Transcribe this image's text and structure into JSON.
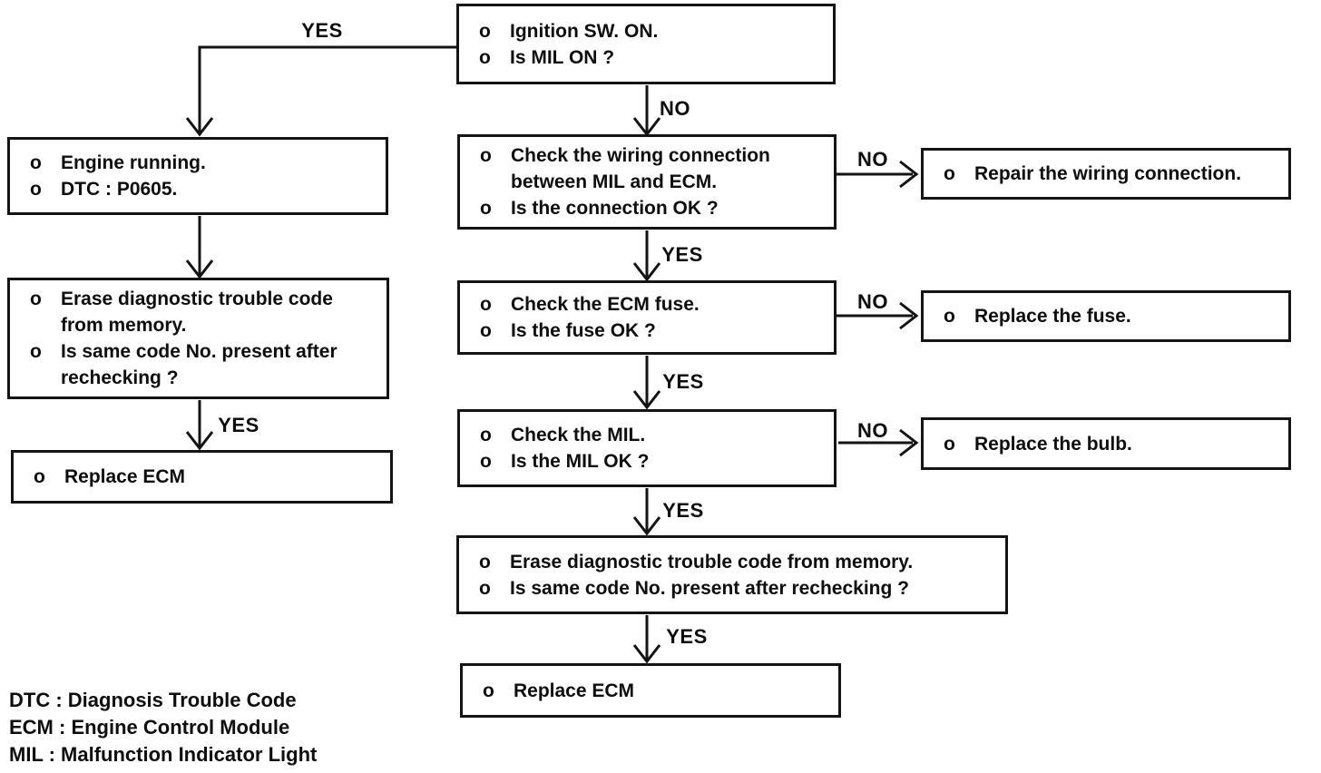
{
  "diagram": {
    "type": "flowchart",
    "bullet": "o",
    "colors": {
      "ink": "#141414",
      "paper": "#ffffff"
    },
    "boxes": [
      {
        "id": "ignition",
        "lines": [
          "Ignition SW. ON.",
          "Is MIL ON ?"
        ]
      },
      {
        "id": "engine-running",
        "lines": [
          "Engine running.",
          "DTC : P0605."
        ]
      },
      {
        "id": "erase-code-left",
        "lines": [
          "Erase diagnostic trouble code from memory.",
          "Is same code No. present after rechecking ?"
        ]
      },
      {
        "id": "replace-ecm-left",
        "lines": [
          "Replace ECM"
        ]
      },
      {
        "id": "check-wiring",
        "lines": [
          "Check the wiring connection between MIL and ECM.",
          "Is the connection OK ?"
        ]
      },
      {
        "id": "repair-wiring",
        "lines": [
          "Repair the wiring connection."
        ]
      },
      {
        "id": "check-fuse",
        "lines": [
          "Check the ECM fuse.",
          "Is the fuse OK ?"
        ]
      },
      {
        "id": "replace-fuse",
        "lines": [
          "Replace the fuse."
        ]
      },
      {
        "id": "check-mil",
        "lines": [
          "Check the MIL.",
          "Is the MIL OK ?"
        ]
      },
      {
        "id": "replace-bulb",
        "lines": [
          "Replace the bulb."
        ]
      },
      {
        "id": "erase-code-center",
        "lines": [
          "Erase diagnostic trouble code from memory.",
          "Is same code No. present after rechecking ?"
        ]
      },
      {
        "id": "replace-ecm-center",
        "lines": [
          "Replace ECM"
        ]
      }
    ],
    "edge_labels": [
      {
        "text": "YES"
      },
      {
        "text": "NO"
      },
      {
        "text": "YES"
      },
      {
        "text": "NO"
      },
      {
        "text": "YES"
      },
      {
        "text": "NO"
      },
      {
        "text": "YES"
      },
      {
        "text": "NO"
      },
      {
        "text": "YES"
      },
      {
        "text": "YES"
      }
    ],
    "legend": [
      "DTC : Diagnosis Trouble Code",
      "ECM : Engine Control Module",
      "MIL : Malfunction Indicator Light"
    ]
  }
}
